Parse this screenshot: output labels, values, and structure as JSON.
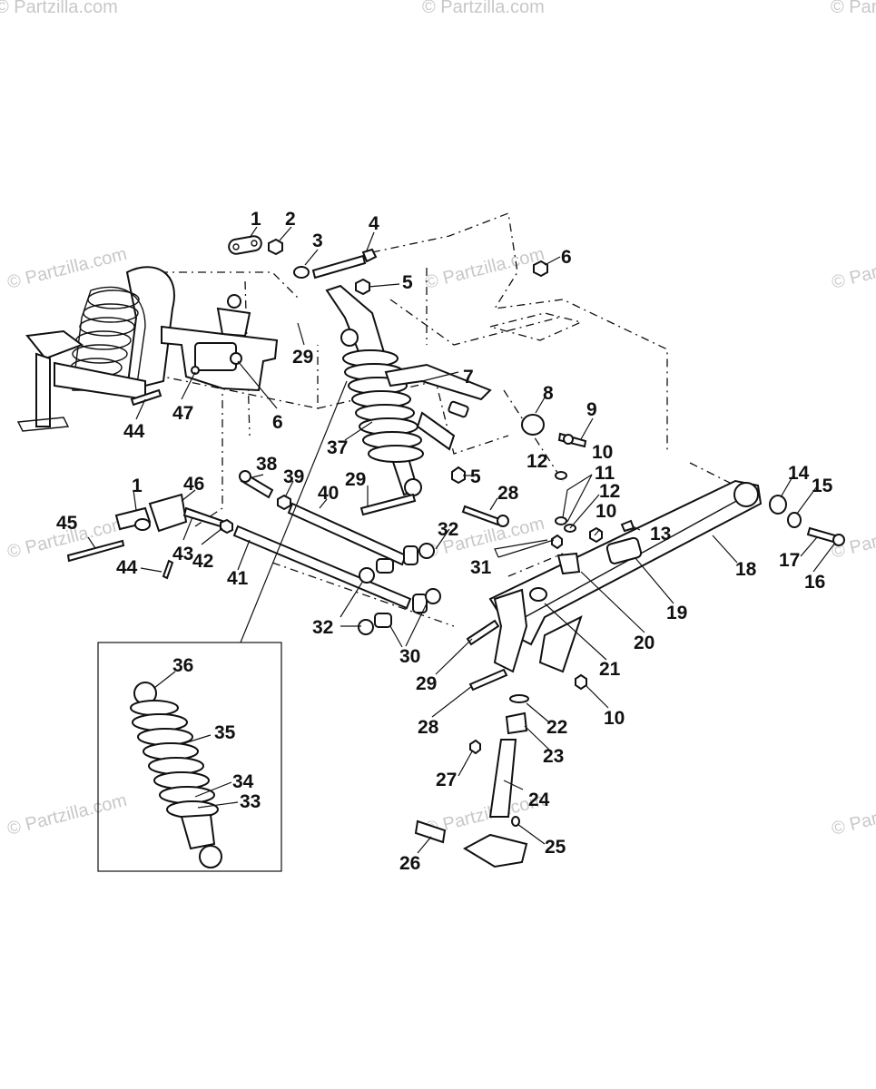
{
  "watermark": "© Partzilla.com",
  "callouts": [
    "1",
    "2",
    "3",
    "4",
    "5",
    "6",
    "7",
    "8",
    "9",
    "10",
    "11",
    "12",
    "13",
    "14",
    "15",
    "16",
    "17",
    "18",
    "19",
    "20",
    "21",
    "22",
    "23",
    "24",
    "25",
    "26",
    "27",
    "28",
    "29",
    "30",
    "31",
    "32",
    "33",
    "34",
    "35",
    "36",
    "37",
    "38",
    "39",
    "40",
    "41",
    "42",
    "43",
    "44",
    "45",
    "46",
    "47"
  ],
  "inset_callouts": [
    "36",
    "35",
    "34",
    "33"
  ]
}
